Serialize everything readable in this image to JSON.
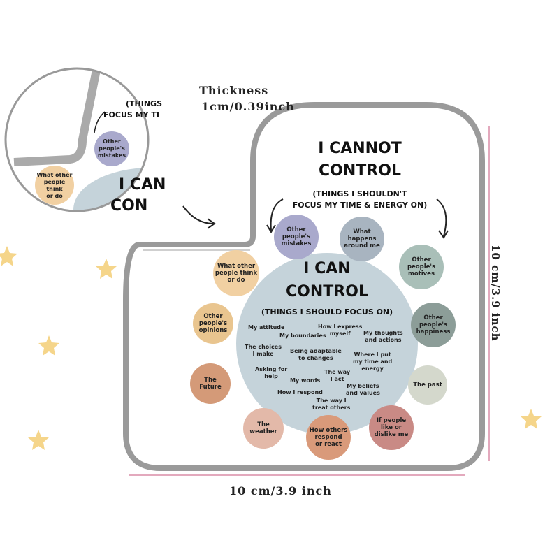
{
  "thickness": {
    "label": "Thickness",
    "value": "1cm/0.39inch"
  },
  "dimensions": {
    "width": "10 cm/3.9 inch",
    "height": "10 cm/3.9 inch"
  },
  "cannot": {
    "title1": "I CANNOT",
    "title2": "CONTROL",
    "subtitle1": "(THINGS I SHOULDN'T",
    "subtitle2": "FOCUS MY TIME & ENERGY ON)",
    "items": [
      "Other\npeople's\nmistakes",
      "What\nhappens\naround me",
      "Other\npeople's\nmotives",
      "Other\npeople's\nhappiness",
      "The past",
      "If people\nlike or\ndislike me",
      "How others\nrespond\nor react",
      "The\nweather",
      "The\nFuture",
      "Other\npeople's\nopinions",
      "What other\npeople think\nor do"
    ]
  },
  "can": {
    "title1": "I CAN",
    "title2": "CONTROL",
    "subtitle": "(THINGS I SHOULD FOCUS ON)",
    "items": [
      "My attitude",
      "How I express\nmyself",
      "My boundaries",
      "My thoughts\nand actions",
      "The choices\nI make",
      "Being adaptable\nto changes",
      "Where I put\nmy time and\nenergy",
      "Asking for\nhelp",
      "The way\nI act",
      "My words",
      "My beliefs\nand values",
      "How I respond",
      "The way I\ntreat others"
    ]
  },
  "inset": {
    "sub1": "(THINGS",
    "sub2": "FOCUS MY TI",
    "item1": "Other\npeople's\nmistakes",
    "item2": "What other\npeople think\nor do",
    "title1": "I CAN",
    "title2": "CON"
  },
  "colors": {
    "dimension_line": "#e3a9bd",
    "star": "#f5d58a",
    "control_circle": "#c5d3da"
  }
}
